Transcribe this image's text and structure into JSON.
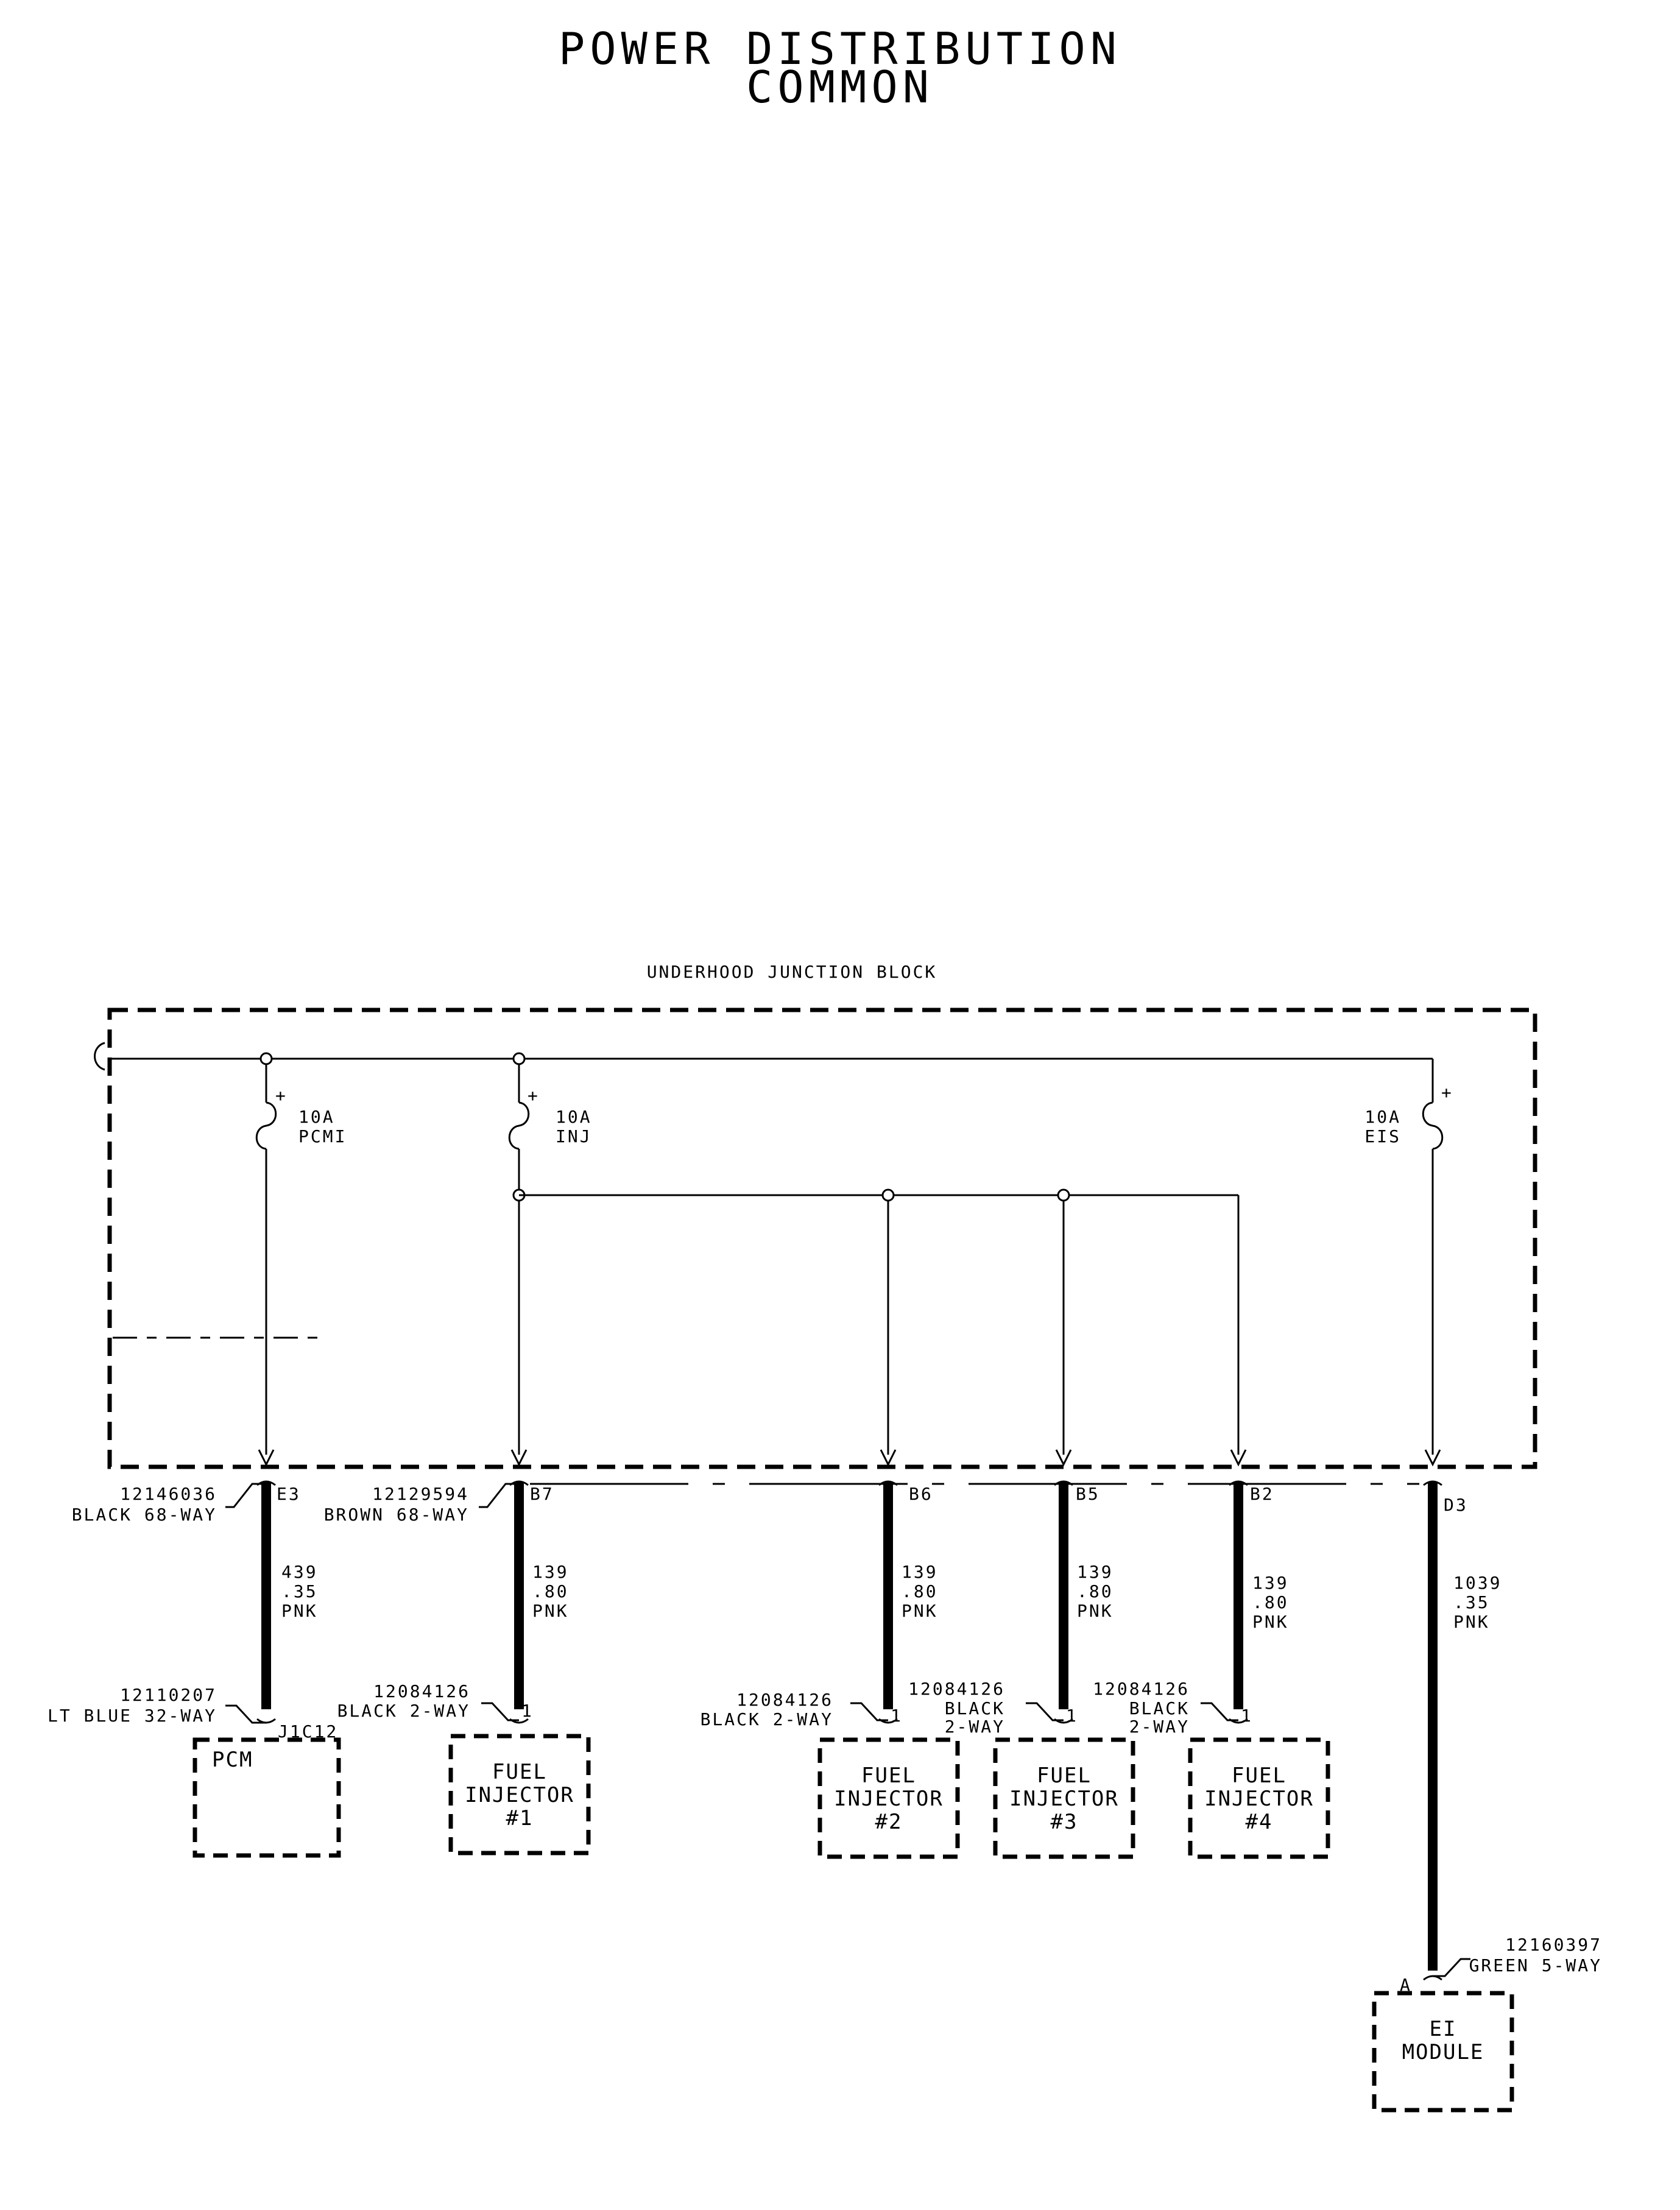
{
  "title": {
    "line1": "POWER DISTRIBUTION",
    "line2": "COMMON"
  },
  "junction_block": {
    "label": "UNDERHOOD JUNCTION BLOCK",
    "fuses": [
      {
        "id": "pcmi",
        "rating": "10A",
        "name": "PCMI",
        "polarity": "+"
      },
      {
        "id": "inj",
        "rating": "10A",
        "name": "INJ",
        "polarity": "+"
      },
      {
        "id": "eis",
        "rating": "10A",
        "name": "EIS",
        "polarity": "+"
      }
    ]
  },
  "connectors": {
    "e3": {
      "part": "12146036",
      "desc": "BLACK 68-WAY",
      "pin": "E3"
    },
    "b7": {
      "part": "12129594",
      "desc": "BROWN 68-WAY",
      "pin": "B7"
    },
    "b6": {
      "pin": "B6"
    },
    "b5": {
      "pin": "B5"
    },
    "b2": {
      "pin": "B2"
    },
    "d3": {
      "pin": "D3"
    }
  },
  "wires": [
    {
      "id": "pcm",
      "circuit": "439",
      "gauge": ".35",
      "color": "PNK"
    },
    {
      "id": "inj1",
      "circuit": "139",
      "gauge": ".80",
      "color": "PNK"
    },
    {
      "id": "inj2",
      "circuit": "139",
      "gauge": ".80",
      "color": "PNK"
    },
    {
      "id": "inj3",
      "circuit": "139",
      "gauge": ".80",
      "color": "PNK"
    },
    {
      "id": "inj4",
      "circuit": "139",
      "gauge": ".80",
      "color": "PNK"
    },
    {
      "id": "ei",
      "circuit": "1039",
      "gauge": ".35",
      "color": "PNK"
    }
  ],
  "component_connectors": {
    "pcm": {
      "part": "12110207",
      "desc": "LT BLUE 32-WAY",
      "pin": "J1C12"
    },
    "inj1": {
      "part": "12084126",
      "desc": "BLACK 2-WAY",
      "pin": "1"
    },
    "inj2": {
      "part": "12084126",
      "desc": "BLACK 2-WAY",
      "pin": "1"
    },
    "inj3": {
      "part": "12084126",
      "desc1": "BLACK",
      "desc2": "2-WAY",
      "pin": "1"
    },
    "inj4": {
      "part": "12084126",
      "desc1": "BLACK",
      "desc2": "2-WAY",
      "pin": "1"
    },
    "ei": {
      "part": "12160397",
      "desc": "GREEN 5-WAY",
      "pin": "A"
    }
  },
  "components": {
    "pcm": {
      "line1": "PCM"
    },
    "inj1": {
      "line1": "FUEL",
      "line2": "INJECTOR",
      "line3": "#1"
    },
    "inj2": {
      "line1": "FUEL",
      "line2": "INJECTOR",
      "line3": "#2"
    },
    "inj3": {
      "line1": "FUEL",
      "line2": "INJECTOR",
      "line3": "#3"
    },
    "inj4": {
      "line1": "FUEL",
      "line2": "INJECTOR",
      "line3": "#4"
    },
    "ei": {
      "line1": "EI",
      "line2": "MODULE"
    }
  }
}
